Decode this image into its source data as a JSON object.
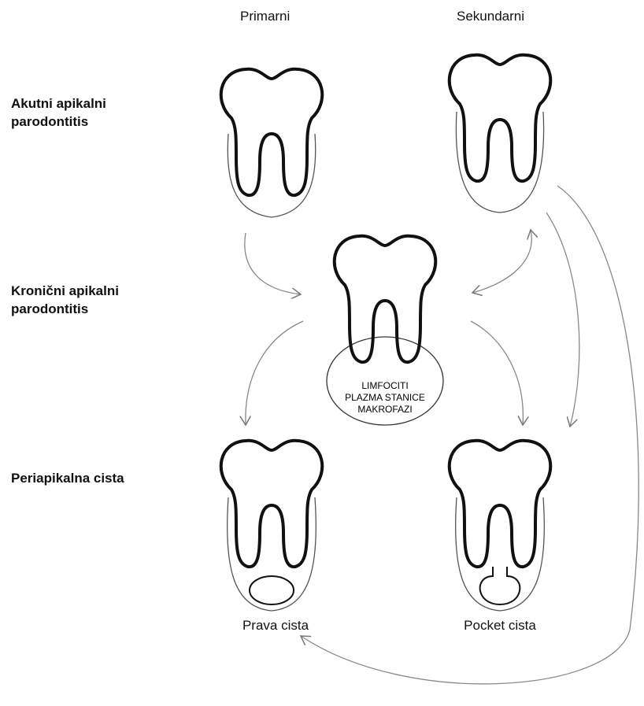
{
  "columns": {
    "primary": "Primarni",
    "secondary": "Sekundarni"
  },
  "rows": {
    "acute": [
      "Akutni apikalni",
      "parodontitis"
    ],
    "chronic": [
      "Kronični apikalni",
      "parodontitis"
    ],
    "cyst": "Periapikalna cista"
  },
  "center_infiltrate": [
    "LIMFOCITI",
    "PLAZMA STANICE",
    "MAKROFAZI"
  ],
  "captions": {
    "true_cyst": "Prava cista",
    "pocket_cyst": "Pocket cista"
  }
}
